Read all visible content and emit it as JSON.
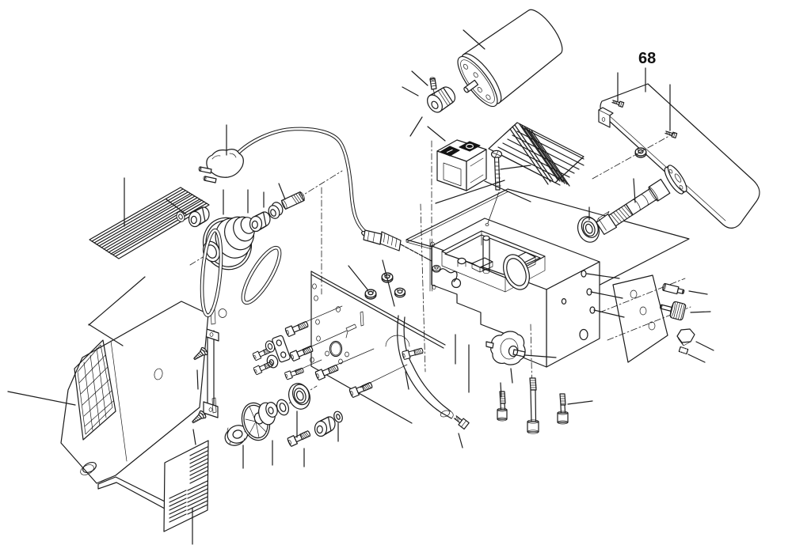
{
  "figure": {
    "type": "exploded-parts-diagram",
    "description": "Black-and-white exploded view technical illustration of a benchtop machine: motor, on/off switch, drive pulleys with V-belt, spindle, covers, brackets and fasteners on a white background",
    "callout_label": "68",
    "callout_target": "belt-guard-cover"
  },
  "colors": {
    "background": "#ffffff",
    "line": "#1b1b1b",
    "switch_button": "#141414"
  },
  "parts": [
    {
      "name": "motor",
      "kind": "electric motor cylinder"
    },
    {
      "name": "motor-coupling",
      "kind": "small pulley with set screw"
    },
    {
      "name": "power-switch",
      "kind": "on/off rocker switch block (I / O)"
    },
    {
      "name": "switch-screw",
      "kind": "long pan-head screw"
    },
    {
      "name": "vent-plate-right",
      "kind": "striped plate"
    },
    {
      "name": "vent-plate-left",
      "kind": "striped plate"
    },
    {
      "name": "power-cord",
      "kind": "mains cable with plug"
    },
    {
      "name": "cable-gland",
      "kind": "strain relief with nut"
    },
    {
      "name": "cone-pulley",
      "kind": "stepped drive pulley"
    },
    {
      "name": "v-belt",
      "kind": "drive belt"
    },
    {
      "name": "pulley-shaft",
      "kind": "threaded stub shaft with bushings and washers"
    },
    {
      "name": "side-cover",
      "kind": "left housing cover with vent grille and handle"
    },
    {
      "name": "rating-label",
      "kind": "specification label plate"
    },
    {
      "name": "slide-rail",
      "kind": "flat guide bar with screws"
    },
    {
      "name": "mounting-plate",
      "kind": "plate with holes, o-ring and pins"
    },
    {
      "name": "cap-screws",
      "kind": "socket head cap screws"
    },
    {
      "name": "flange-nuts",
      "kind": "hex flange nuts"
    },
    {
      "name": "main-housing",
      "kind": "base casting with terminal box and ring opening"
    },
    {
      "name": "foot-bracket",
      "kind": "curved support bracket with hex screw"
    },
    {
      "name": "spindle-shaft",
      "kind": "threaded spindle with flange"
    },
    {
      "name": "spindle-bearing",
      "kind": "ball bearing"
    },
    {
      "name": "belt-guard-cover",
      "kind": "bent sheet-metal guard (item 68)"
    },
    {
      "name": "adjustment-plate",
      "kind": "angled plate with holes"
    },
    {
      "name": "knurled-knob",
      "kind": "knob with knurled head"
    },
    {
      "name": "hex-bolt",
      "kind": "large hex head bolt"
    },
    {
      "name": "set-screw",
      "kind": "small set screw"
    },
    {
      "name": "motor-mount",
      "kind": "round mount with clamp screw"
    },
    {
      "name": "mount-screws",
      "kind": "three socket head screws"
    },
    {
      "name": "spoked-pulley",
      "kind": "spoked wheel pulley"
    },
    {
      "name": "hex-nut",
      "kind": "large hex nut"
    },
    {
      "name": "ball-bearing",
      "kind": "ball bearing"
    },
    {
      "name": "spacer-bushings",
      "kind": "cylindrical spacers and washers"
    }
  ]
}
